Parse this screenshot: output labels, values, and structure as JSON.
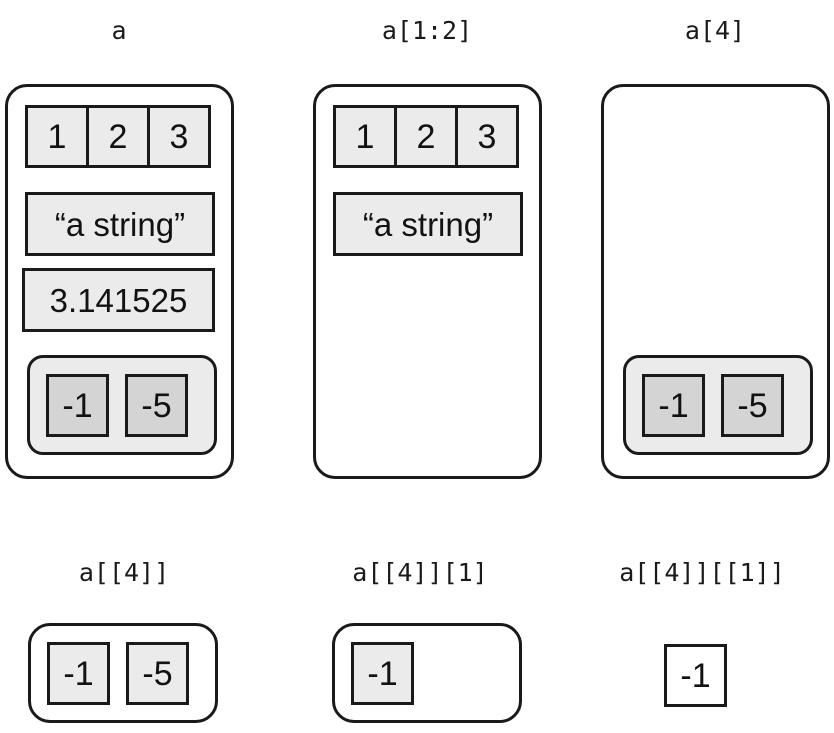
{
  "diagram": {
    "title_row1": [
      "a",
      "a[1:2]",
      "a[4]"
    ],
    "title_row2": [
      "a[[4]]",
      "a[[4]][1]",
      "a[[4]][[1]]"
    ],
    "colors": {
      "stroke": "#1a1a1a",
      "cell_fill": "#ebebeb",
      "nested_cell_fill": "#d4d4d4",
      "background": "#ffffff"
    },
    "panels": [
      {
        "label": "a",
        "elements": {
          "vector_values": [
            "1",
            "2",
            "3"
          ],
          "string_value": "“a string”",
          "number_value": "3.141525",
          "nested_values": [
            "-1",
            "-5"
          ]
        }
      },
      {
        "label": "a[1:2]",
        "elements": {
          "vector_values": [
            "1",
            "2",
            "3"
          ],
          "string_value": "“a string”"
        }
      },
      {
        "label": "a[4]",
        "elements": {
          "nested_values": [
            "-1",
            "-5"
          ]
        }
      },
      {
        "label": "a[[4]]",
        "elements": {
          "values": [
            "-1",
            "-5"
          ]
        }
      },
      {
        "label": "a[[4]][1]",
        "elements": {
          "values": [
            "-1"
          ]
        }
      },
      {
        "label": "a[[4]][[1]]",
        "elements": {
          "values": [
            "-1"
          ]
        }
      }
    ]
  }
}
